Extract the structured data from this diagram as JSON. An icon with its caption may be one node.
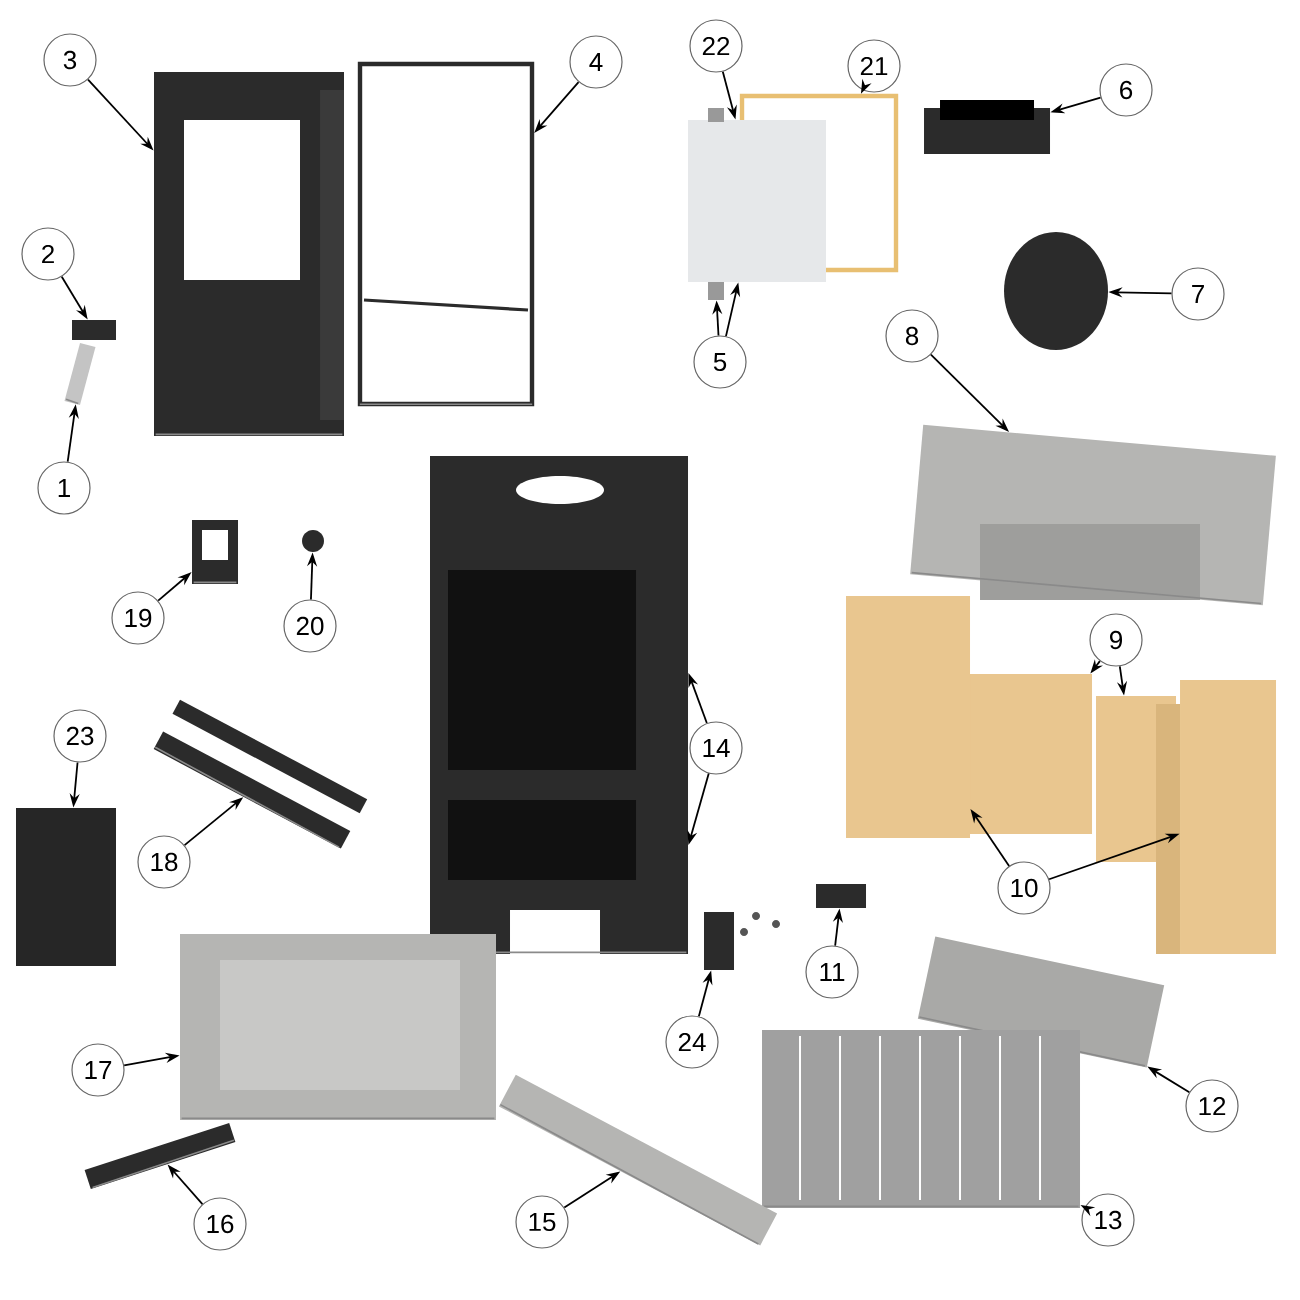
{
  "diagram": {
    "nodes": [
      {
        "text": [
          "1"
        ]
      },
      {
        "text": [
          "2"
        ]
      },
      {
        "text": [
          "3"
        ]
      },
      {
        "text": [
          "4"
        ]
      },
      {
        "text": [
          "5"
        ]
      },
      {
        "text": [
          "6"
        ]
      },
      {
        "text": [
          "7"
        ]
      },
      {
        "text": [
          "8"
        ]
      },
      {
        "text": [
          "9"
        ]
      },
      {
        "text": [
          "10"
        ]
      },
      {
        "text": [
          "11"
        ]
      },
      {
        "text": [
          "12"
        ]
      },
      {
        "text": [
          "13"
        ]
      },
      {
        "text": [
          "14"
        ]
      },
      {
        "text": [
          "15"
        ]
      },
      {
        "text": [
          "16"
        ]
      },
      {
        "text": [
          "17"
        ]
      },
      {
        "text": [
          "18"
        ]
      },
      {
        "text": [
          "19"
        ]
      },
      {
        "text": [
          "20"
        ]
      },
      {
        "text": [
          "21"
        ]
      },
      {
        "text": [
          "22"
        ]
      },
      {
        "text": [
          "23"
        ]
      },
      {
        "text": [
          "24"
        ]
      },
      {
        "text": [],
        "shape": "picture"
      },
      {
        "text": [],
        "shape": "box"
      },
      {
        "text": [],
        "shape": "picture"
      },
      {
        "text": [],
        "shape": "picture"
      },
      {
        "text": [],
        "shape": "box"
      },
      {
        "text": [],
        "shape": "box"
      },
      {
        "text": [],
        "shape": "circle"
      },
      {
        "text": [],
        "shape": "picture"
      },
      {
        "text": [],
        "shape": "box"
      },
      {
        "text": [],
        "shape": "box"
      },
      {
        "text": [],
        "shape": "box"
      },
      {
        "text": [],
        "shape": "box"
      },
      {
        "text": [],
        "shape": "box"
      },
      {
        "text": [],
        "shape": "picture"
      },
      {
        "text": [],
        "shape": "picture"
      },
      {
        "text": [],
        "shape": "picture"
      },
      {
        "text": [],
        "shape": "picture"
      },
      {
        "text": [],
        "shape": "picture"
      },
      {
        "text": [],
        "shape": "picture"
      },
      {
        "text": [],
        "shape": "picture"
      },
      {
        "text": [],
        "shape": "picture"
      },
      {
        "text": [],
        "shape": "circle"
      },
      {
        "text": [],
        "shape": "box"
      },
      {
        "text": [],
        "shape": "box"
      },
      {
        "text": [],
        "shape": "box"
      },
      {
        "text": [],
        "shape": "box"
      }
    ],
    "edges": [
      {
        "from": 0,
        "to": 24,
        "arrow": "to"
      },
      {
        "from": 1,
        "to": 25,
        "arrow": "to"
      },
      {
        "from": 2,
        "to": 26,
        "arrow": "to"
      },
      {
        "from": 3,
        "to": 27,
        "arrow": "to"
      },
      {
        "from": 4,
        "to": 28,
        "arrow": "to"
      },
      {
        "from": 4,
        "to": 47,
        "arrow": "to"
      },
      {
        "from": 5,
        "to": 29,
        "arrow": "to"
      },
      {
        "from": 6,
        "to": 30,
        "arrow": "to"
      },
      {
        "from": 7,
        "to": 31,
        "arrow": "to"
      },
      {
        "from": 8,
        "to": 32,
        "arrow": "to"
      },
      {
        "from": 8,
        "to": 33,
        "arrow": "to"
      },
      {
        "from": 9,
        "to": 34,
        "arrow": "to"
      },
      {
        "from": 9,
        "to": 35,
        "arrow": "to"
      },
      {
        "from": 10,
        "to": 36,
        "arrow": "to"
      },
      {
        "from": 11,
        "to": 37,
        "arrow": "to"
      },
      {
        "from": 12,
        "to": 38,
        "arrow": "to"
      },
      {
        "from": 13,
        "to": 39,
        "arrow": "to"
      },
      {
        "from": 13,
        "to": 39,
        "arrow": "to"
      },
      {
        "from": 14,
        "to": 40,
        "arrow": "to"
      },
      {
        "from": 15,
        "to": 41,
        "arrow": "to"
      },
      {
        "from": 16,
        "to": 42,
        "arrow": "to"
      },
      {
        "from": 17,
        "to": 43,
        "arrow": "to"
      },
      {
        "from": 18,
        "to": 44,
        "arrow": "to"
      },
      {
        "from": 19,
        "to": 45,
        "arrow": "to"
      },
      {
        "from": 20,
        "to": 46,
        "arrow": "to"
      },
      {
        "from": 21,
        "to": 47,
        "arrow": "to"
      },
      {
        "from": 22,
        "to": 48,
        "arrow": "to"
      },
      {
        "from": 23,
        "to": 49,
        "arrow": "to"
      }
    ]
  }
}
